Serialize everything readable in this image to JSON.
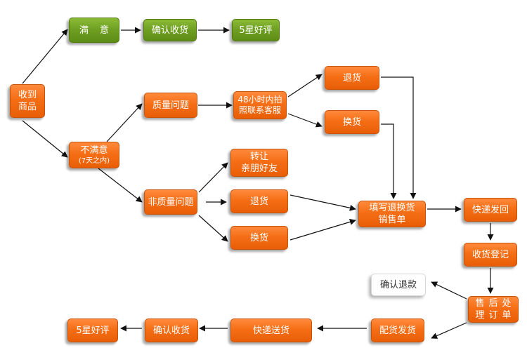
{
  "nodes": {
    "receive": {
      "label": "收到\n商品"
    },
    "satisfied": {
      "label": "满  意"
    },
    "confirm_top": {
      "label": "确认收货"
    },
    "five_star_top": {
      "label": "5星好评"
    },
    "unsatisfied": {
      "label": "不满意",
      "sub": "(7天之内)"
    },
    "quality": {
      "label": "质量问题"
    },
    "photo_48h": {
      "label": "48小时内拍\n照联系客服"
    },
    "return_q": {
      "label": "退货"
    },
    "exchange_q": {
      "label": "换货"
    },
    "non_quality": {
      "label": "非质量问题"
    },
    "gift": {
      "label": "转让\n亲朋好友"
    },
    "return_n": {
      "label": "退货"
    },
    "exchange_n": {
      "label": "换货"
    },
    "fill_form": {
      "label": "填写退换货\n销售单"
    },
    "ship_back": {
      "label": "快递发回"
    },
    "register": {
      "label": "收货登记"
    },
    "process": {
      "label": "售后处\n理订单"
    },
    "refund": {
      "label": "确认退款"
    },
    "dispatch": {
      "label": "配货发货"
    },
    "express": {
      "label": "快递送货"
    },
    "confirm_bot": {
      "label": "确认收货"
    },
    "five_star_bot": {
      "label": "5星好评"
    }
  },
  "colors": {
    "orange": "#f26b10",
    "green": "#6e9e21",
    "arrow": "#111111"
  }
}
